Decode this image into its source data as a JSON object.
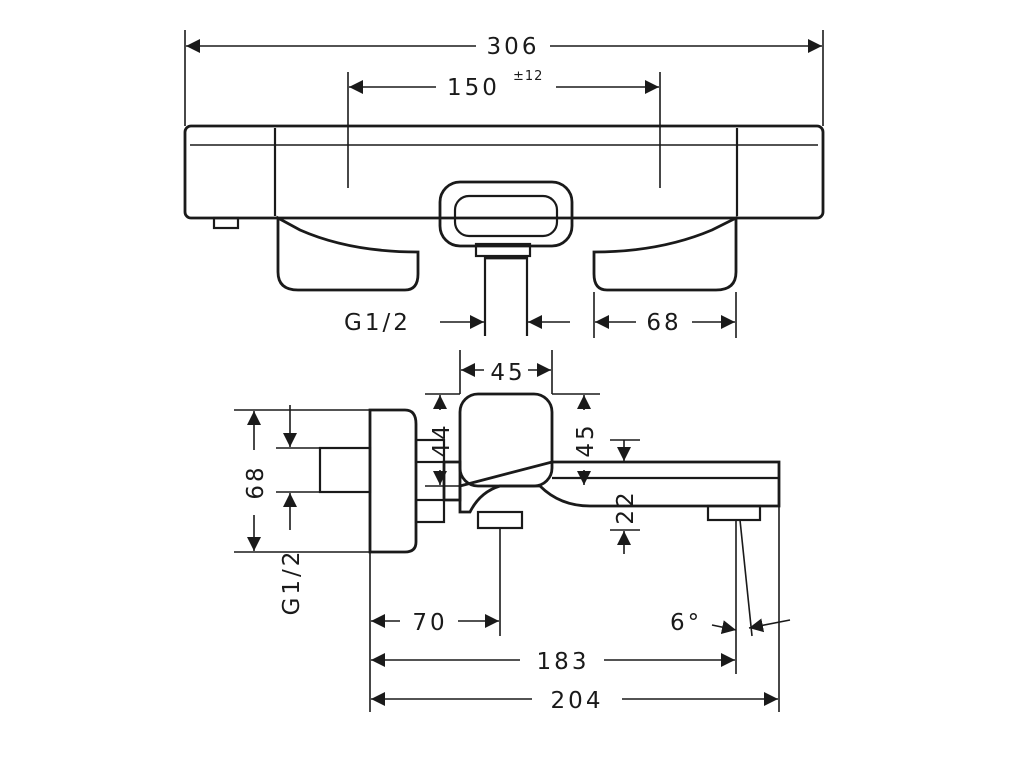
{
  "dimensions": {
    "top_overall_width": "306",
    "top_center_distance": "150",
    "top_center_tolerance": "±12",
    "top_inlet_thread": "G1/2",
    "top_handle_depth": "68",
    "side_body_width": "45",
    "side_body_height": "44",
    "side_body_height_right": "45",
    "side_spout_height": "22",
    "side_height": "68",
    "side_inlet_thread": "G1/2",
    "side_valve_offset": "70",
    "side_spout_reach": "183",
    "side_overall_depth": "204",
    "side_spout_angle": "6°"
  }
}
